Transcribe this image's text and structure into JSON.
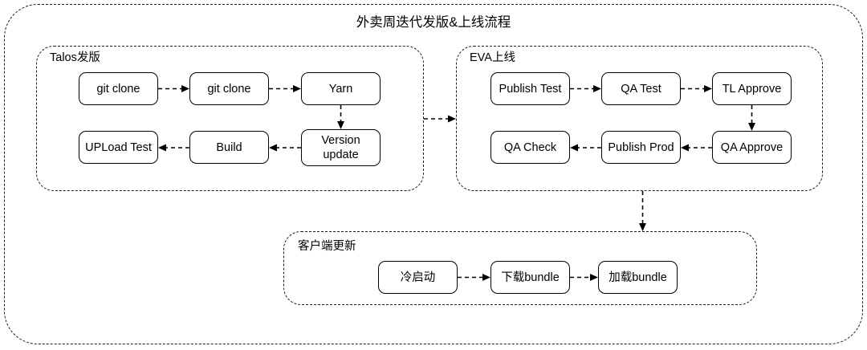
{
  "diagram": {
    "title": "外卖周迭代发版&上线流程",
    "type": "flowchart",
    "style": {
      "node_border": "#000000",
      "node_fill": "#ffffff",
      "group_border": "#1a1a1a",
      "edge_color": "#000000",
      "edge_style": "dashed"
    },
    "groups": [
      {
        "id": "talos",
        "label": "Talos发版",
        "nodes": [
          {
            "id": "talos-git-clone-1",
            "label": "git clone"
          },
          {
            "id": "talos-git-clone-2",
            "label": "git clone"
          },
          {
            "id": "talos-yarn",
            "label": "Yarn"
          },
          {
            "id": "talos-version-update",
            "label": "Version\nupdate"
          },
          {
            "id": "talos-build",
            "label": "Build"
          },
          {
            "id": "talos-upload-test",
            "label": "UPLoad Test"
          }
        ]
      },
      {
        "id": "eva",
        "label": "EVA上线",
        "nodes": [
          {
            "id": "eva-publish-test",
            "label": "Publish Test"
          },
          {
            "id": "eva-qa-test",
            "label": "QA Test"
          },
          {
            "id": "eva-tl-approve",
            "label": "TL Approve"
          },
          {
            "id": "eva-qa-approve",
            "label": "QA Approve"
          },
          {
            "id": "eva-publish-prod",
            "label": "Publish Prod"
          },
          {
            "id": "eva-qa-check",
            "label": "QA Check"
          }
        ]
      },
      {
        "id": "client",
        "label": "客户端更新",
        "nodes": [
          {
            "id": "client-cold-start",
            "label": "冷启动"
          },
          {
            "id": "client-download-bundle",
            "label": "下载bundle"
          },
          {
            "id": "client-load-bundle",
            "label": "加载bundle"
          }
        ]
      }
    ],
    "edges": [
      {
        "from": "talos-git-clone-1",
        "to": "talos-git-clone-2"
      },
      {
        "from": "talos-git-clone-2",
        "to": "talos-yarn"
      },
      {
        "from": "talos-yarn",
        "to": "talos-version-update"
      },
      {
        "from": "talos-version-update",
        "to": "talos-build"
      },
      {
        "from": "talos-build",
        "to": "talos-upload-test"
      },
      {
        "from": "talos",
        "to": "eva"
      },
      {
        "from": "eva-publish-test",
        "to": "eva-qa-test"
      },
      {
        "from": "eva-qa-test",
        "to": "eva-tl-approve"
      },
      {
        "from": "eva-tl-approve",
        "to": "eva-qa-approve"
      },
      {
        "from": "eva-qa-approve",
        "to": "eva-publish-prod"
      },
      {
        "from": "eva-publish-prod",
        "to": "eva-qa-check"
      },
      {
        "from": "eva",
        "to": "client"
      },
      {
        "from": "client-cold-start",
        "to": "client-download-bundle"
      },
      {
        "from": "client-download-bundle",
        "to": "client-load-bundle"
      }
    ]
  }
}
